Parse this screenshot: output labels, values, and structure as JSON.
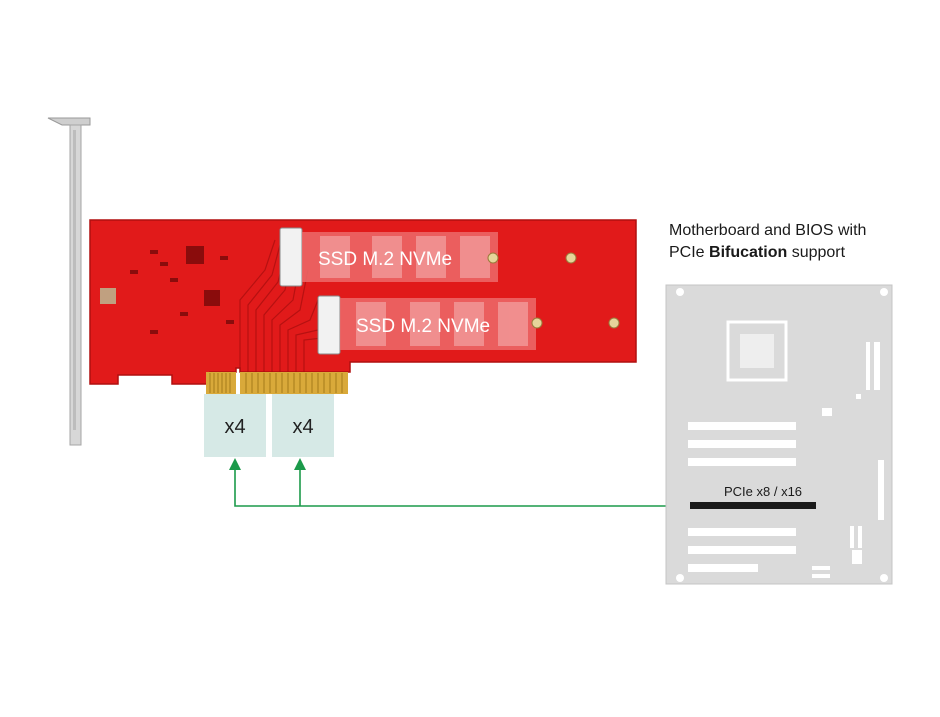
{
  "caption": {
    "line1": "Motherboard and BIOS with",
    "line2_prefix": "PCIe",
    "line2_bold": "Bifucation",
    "line2_suffix": "support"
  },
  "card": {
    "ssd_label_top": "SSD M.2 NVMe",
    "ssd_label_bottom": "SSD M.2 NVMe"
  },
  "lanes": [
    {
      "label": "x4"
    },
    {
      "label": "x4"
    }
  ],
  "slot_label": "PCIe x8 / x16",
  "colors": {
    "board": "#e11a1a",
    "lane_box": "#d6e9e6",
    "arrow": "#1c9a4a",
    "motherboard": "#dadada",
    "bracket": "#c9c9c9"
  }
}
